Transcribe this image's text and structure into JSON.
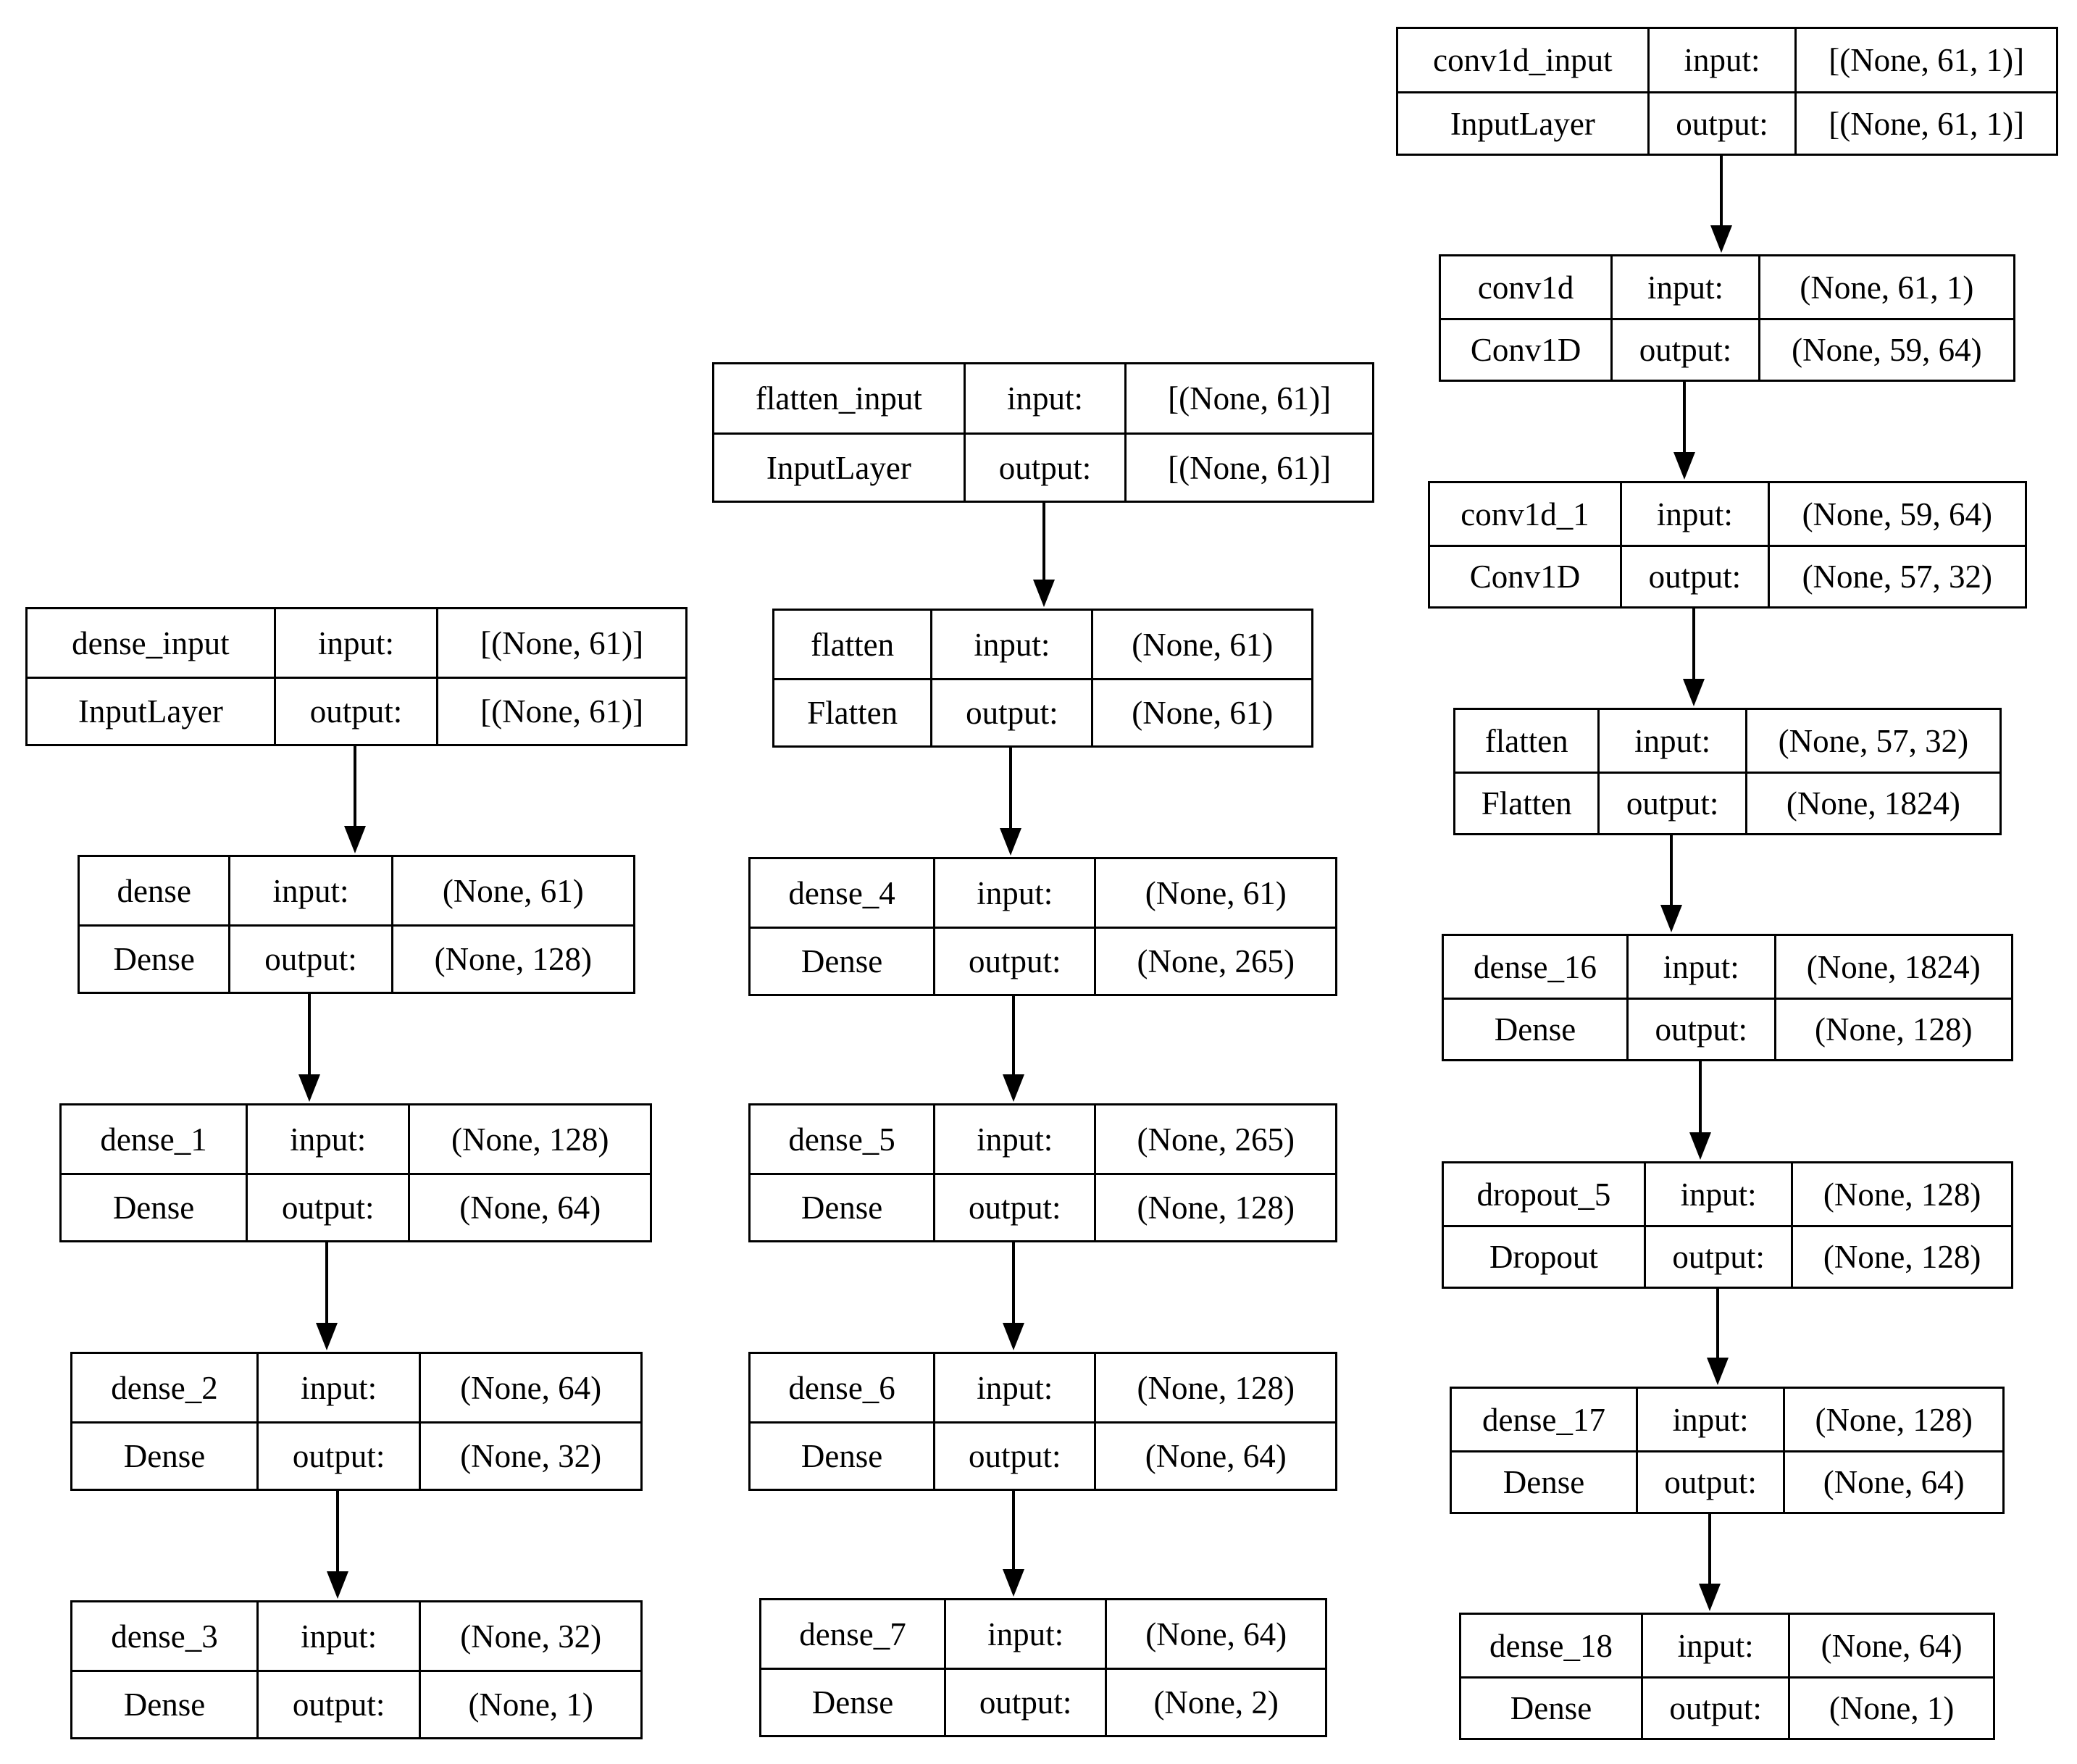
{
  "columns": [
    {
      "nodes": [
        {
          "name": "dense_input",
          "type": "InputLayer",
          "input_label": "input:",
          "output_label": "output:",
          "input_shape": "[(None, 61)]",
          "output_shape": "[(None, 61)]"
        },
        {
          "name": "dense",
          "type": "Dense",
          "input_label": "input:",
          "output_label": "output:",
          "input_shape": "(None, 61)",
          "output_shape": "(None, 128)"
        },
        {
          "name": "dense_1",
          "type": "Dense",
          "input_label": "input:",
          "output_label": "output:",
          "input_shape": "(None, 128)",
          "output_shape": "(None, 64)"
        },
        {
          "name": "dense_2",
          "type": "Dense",
          "input_label": "input:",
          "output_label": "output:",
          "input_shape": "(None, 64)",
          "output_shape": "(None, 32)"
        },
        {
          "name": "dense_3",
          "type": "Dense",
          "input_label": "input:",
          "output_label": "output:",
          "input_shape": "(None, 32)",
          "output_shape": "(None, 1)"
        }
      ]
    },
    {
      "nodes": [
        {
          "name": "flatten_input",
          "type": "InputLayer",
          "input_label": "input:",
          "output_label": "output:",
          "input_shape": "[(None, 61)]",
          "output_shape": "[(None, 61)]"
        },
        {
          "name": "flatten",
          "type": "Flatten",
          "input_label": "input:",
          "output_label": "output:",
          "input_shape": "(None, 61)",
          "output_shape": "(None, 61)"
        },
        {
          "name": "dense_4",
          "type": "Dense",
          "input_label": "input:",
          "output_label": "output:",
          "input_shape": "(None, 61)",
          "output_shape": "(None, 265)"
        },
        {
          "name": "dense_5",
          "type": "Dense",
          "input_label": "input:",
          "output_label": "output:",
          "input_shape": "(None, 265)",
          "output_shape": "(None, 128)"
        },
        {
          "name": "dense_6",
          "type": "Dense",
          "input_label": "input:",
          "output_label": "output:",
          "input_shape": "(None, 128)",
          "output_shape": "(None, 64)"
        },
        {
          "name": "dense_7",
          "type": "Dense",
          "input_label": "input:",
          "output_label": "output:",
          "input_shape": "(None, 64)",
          "output_shape": "(None, 2)"
        }
      ]
    },
    {
      "nodes": [
        {
          "name": "conv1d_input",
          "type": "InputLayer",
          "input_label": "input:",
          "output_label": "output:",
          "input_shape": "[(None, 61, 1)]",
          "output_shape": "[(None, 61, 1)]"
        },
        {
          "name": "conv1d",
          "type": "Conv1D",
          "input_label": "input:",
          "output_label": "output:",
          "input_shape": "(None, 61, 1)",
          "output_shape": "(None, 59, 64)"
        },
        {
          "name": "conv1d_1",
          "type": "Conv1D",
          "input_label": "input:",
          "output_label": "output:",
          "input_shape": "(None, 59, 64)",
          "output_shape": "(None, 57, 32)"
        },
        {
          "name": "flatten",
          "type": "Flatten",
          "input_label": "input:",
          "output_label": "output:",
          "input_shape": "(None, 57, 32)",
          "output_shape": "(None, 1824)"
        },
        {
          "name": "dense_16",
          "type": "Dense",
          "input_label": "input:",
          "output_label": "output:",
          "input_shape": "(None, 1824)",
          "output_shape": "(None, 128)"
        },
        {
          "name": "dropout_5",
          "type": "Dropout",
          "input_label": "input:",
          "output_label": "output:",
          "input_shape": "(None, 128)",
          "output_shape": "(None, 128)"
        },
        {
          "name": "dense_17",
          "type": "Dense",
          "input_label": "input:",
          "output_label": "output:",
          "input_shape": "(None, 128)",
          "output_shape": "(None, 64)"
        },
        {
          "name": "dense_18",
          "type": "Dense",
          "input_label": "input:",
          "output_label": "output:",
          "input_shape": "(None, 64)",
          "output_shape": "(None, 1)"
        }
      ]
    }
  ]
}
